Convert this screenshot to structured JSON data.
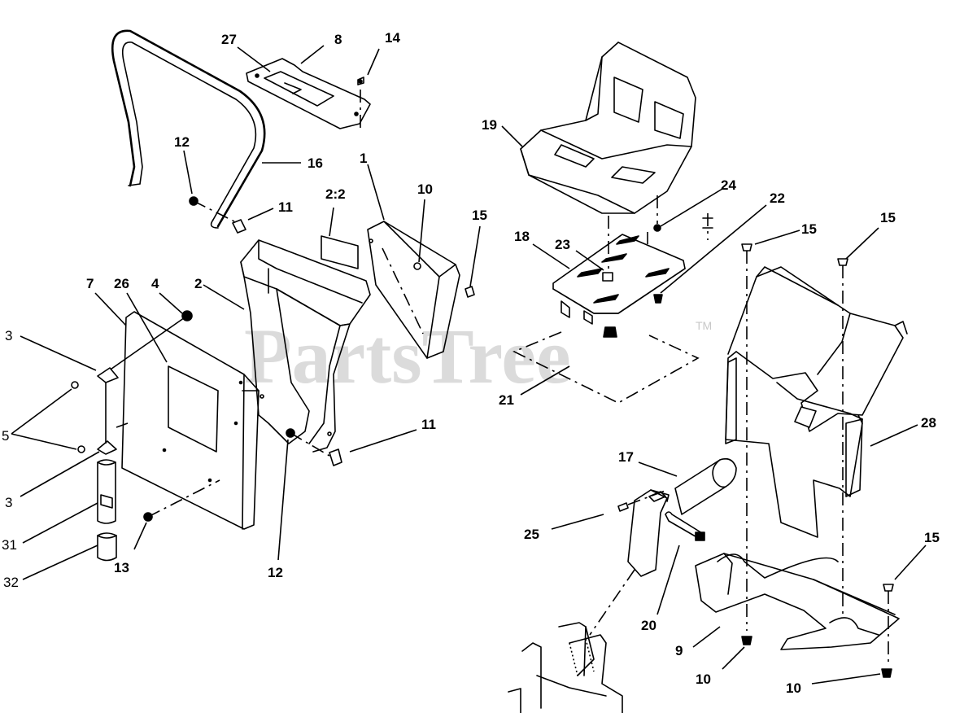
{
  "watermark": {
    "text": "PartsTree",
    "trademark": "TM"
  },
  "callouts": [
    {
      "key": "c27",
      "label": "27"
    },
    {
      "key": "c8",
      "label": "8"
    },
    {
      "key": "c14",
      "label": "14"
    },
    {
      "key": "c12a",
      "label": "12"
    },
    {
      "key": "c16",
      "label": "16"
    },
    {
      "key": "c11a",
      "label": "11"
    },
    {
      "key": "c2_2",
      "label": "2:2"
    },
    {
      "key": "c1",
      "label": "1"
    },
    {
      "key": "c10a",
      "label": "10"
    },
    {
      "key": "c15a",
      "label": "15"
    },
    {
      "key": "c7",
      "label": "7"
    },
    {
      "key": "c26",
      "label": "26"
    },
    {
      "key": "c4",
      "label": "4"
    },
    {
      "key": "c2",
      "label": "2"
    },
    {
      "key": "c3a",
      "label": "3"
    },
    {
      "key": "c5",
      "label": "5"
    },
    {
      "key": "c3b",
      "label": "3"
    },
    {
      "key": "c31",
      "label": "31"
    },
    {
      "key": "c32",
      "label": "32"
    },
    {
      "key": "c13",
      "label": "13"
    },
    {
      "key": "c12b",
      "label": "12"
    },
    {
      "key": "c11b",
      "label": "11"
    },
    {
      "key": "c19",
      "label": "19"
    },
    {
      "key": "c24",
      "label": "24"
    },
    {
      "key": "c22",
      "label": "22"
    },
    {
      "key": "c15b",
      "label": "15"
    },
    {
      "key": "c15c",
      "label": "15"
    },
    {
      "key": "c18",
      "label": "18"
    },
    {
      "key": "c23",
      "label": "23"
    },
    {
      "key": "c21",
      "label": "21"
    },
    {
      "key": "c28",
      "label": "28"
    },
    {
      "key": "c17",
      "label": "17"
    },
    {
      "key": "c25",
      "label": "25"
    },
    {
      "key": "c20",
      "label": "20"
    },
    {
      "key": "c9",
      "label": "9"
    },
    {
      "key": "c15d",
      "label": "15"
    },
    {
      "key": "c10b",
      "label": "10"
    },
    {
      "key": "c10c",
      "label": "10"
    }
  ]
}
